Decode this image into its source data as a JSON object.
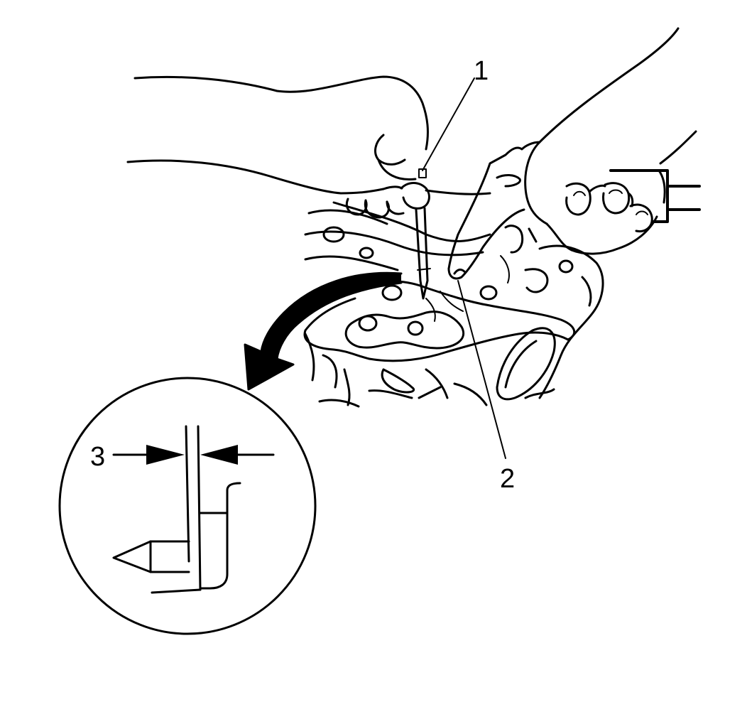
{
  "callouts": {
    "label_1": "1",
    "label_2": "2",
    "label_3": "3"
  },
  "colors": {
    "ink": "#000000",
    "paper": "#ffffff"
  },
  "icons": {
    "arrow": "curved-arrow-icon",
    "dimension_arrows": "dimension-arrow-icon"
  }
}
